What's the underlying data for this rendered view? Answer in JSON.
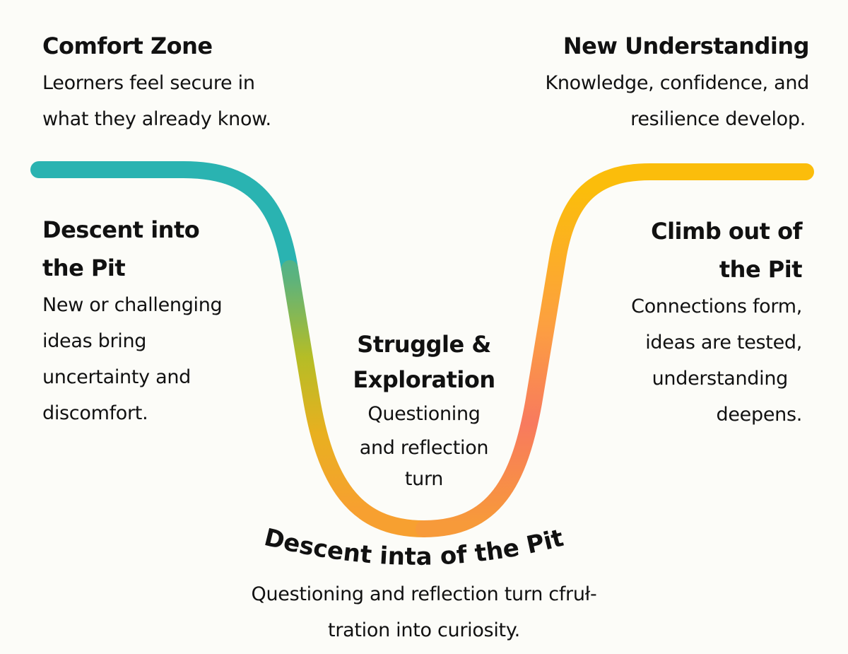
{
  "stages": {
    "comfort": {
      "title": "Comfort Zone",
      "desc_lines": [
        "Leorners feel secure in",
        "what they already know."
      ]
    },
    "new_understanding": {
      "title": "New Understanding",
      "desc_lines": [
        "Knowledge, confidence, and",
        "resilience develop."
      ]
    },
    "descent": {
      "title_lines": [
        "Descent into",
        "the Pit"
      ],
      "desc_lines": [
        "New or challenging",
        "ideas bring",
        "uncertainty and",
        "discomfort."
      ]
    },
    "climb": {
      "title_lines": [
        "Climb out of",
        "the Pit"
      ],
      "desc_lines": [
        "Connections form,",
        "ideas are tested,",
        "understanding",
        "deepens."
      ]
    },
    "struggle": {
      "title_lines": [
        "Struggle &",
        "Exploration"
      ],
      "desc_lines": [
        "Questioning",
        "and reflection",
        "turn"
      ]
    },
    "bottom": {
      "title": "Descent inta of the Pit",
      "desc_lines": [
        "Questioning and reflection turn cfruł-",
        "tration into curiosity."
      ]
    }
  },
  "colors": {
    "teal": "#2ab3b1",
    "green": "#6ab54a",
    "olive": "#b8bd22",
    "orange": "#f7a030",
    "coral": "#f87a5e",
    "yellow": "#fbbd0b",
    "background": "#fcfcf8"
  }
}
